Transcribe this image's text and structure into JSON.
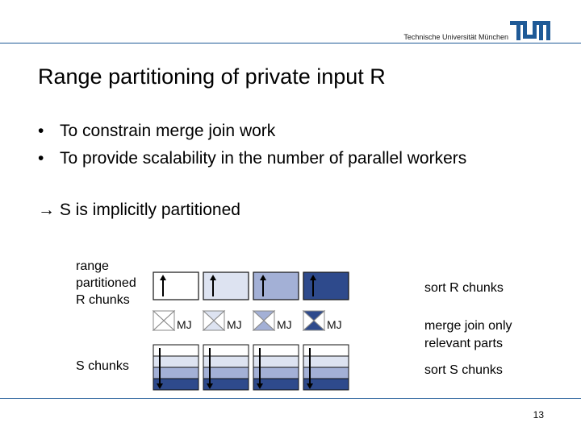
{
  "header": {
    "university": "Technische Universität München",
    "logo_text": "TUM",
    "accent_color": "#1f5a97"
  },
  "title": "Range partitioning of private input R",
  "bullets": [
    "To constrain merge join work",
    "To provide scalability in the number of parallel workers"
  ],
  "bullet_symbol": "•",
  "implication": {
    "arrow": "→",
    "text": "S is implicitly partitioned"
  },
  "diagram": {
    "r_label": "range\npartitioned\nR chunks",
    "s_label": "S chunks",
    "mj_label": "MJ",
    "r_chunks": [
      {
        "fill": "#ffffff",
        "arrow": "up-arrow-icon"
      },
      {
        "fill": "#dde3f1",
        "arrow": "up-arrow-icon"
      },
      {
        "fill": "#a3b0d6",
        "arrow": "up-arrow-icon"
      },
      {
        "fill": "#2e4a8c",
        "arrow": "up-arrow-icon"
      }
    ],
    "s_chunk_stripes": [
      "#ffffff",
      "#dde3f1",
      "#a3b0d6",
      "#2e4a8c"
    ],
    "mj_fills": [
      "#ffffff",
      "#dde3f1",
      "#a3b0d6",
      "#2e4a8c"
    ],
    "annotations": {
      "sort_r": "sort R chunks",
      "merge_join": "merge join only\nrelevant parts",
      "sort_s": "sort S chunks"
    }
  },
  "page_number": "13"
}
